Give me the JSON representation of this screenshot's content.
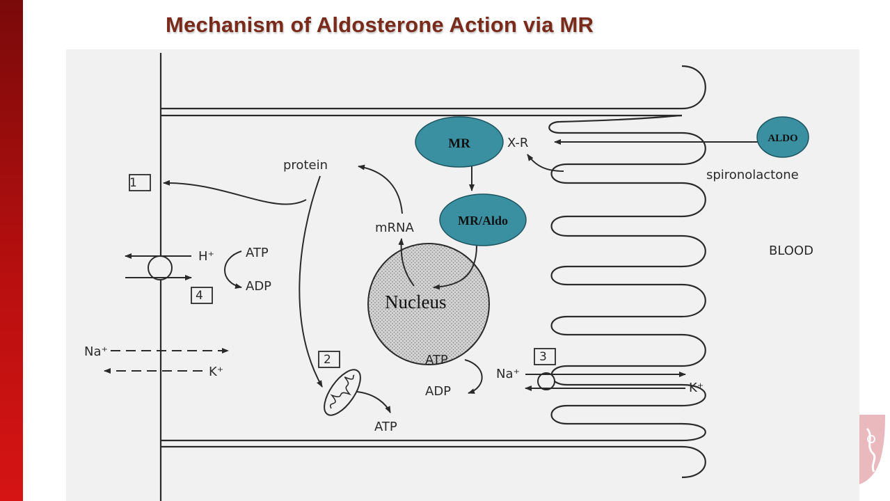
{
  "slide": {
    "title": "Mechanism of Aldosterone Action via MR"
  },
  "diagram": {
    "boxes": {
      "b1": "1",
      "b2": "2",
      "b3": "3",
      "b4": "4"
    },
    "labels": {
      "protein": "protein",
      "mrna": "mRNA",
      "xr": "X-R",
      "spironolactone": "spironolactone",
      "blood": "BLOOD",
      "h_plus": "H⁺",
      "atp_top": "ATP",
      "adp_top": "ADP",
      "na_left": "Na⁺",
      "k_left": "K⁺",
      "atp_mid": "ATP",
      "adp_mid": "ADP",
      "na_right": "Na⁺",
      "k_right": "K⁺",
      "atp_mito": "ATP",
      "nucleus": "Nucleus"
    },
    "overlays": {
      "mr": "MR",
      "mr_aldo": "MR/Aldo",
      "aldo": "ALDO"
    }
  },
  "colors": {
    "accent_bar": "#b80f0f",
    "title": "#7a2a1a",
    "overlay_fill": "#3a8fa0",
    "figure_bg": "#f1f1f1",
    "ink": "#2a2a2a"
  }
}
